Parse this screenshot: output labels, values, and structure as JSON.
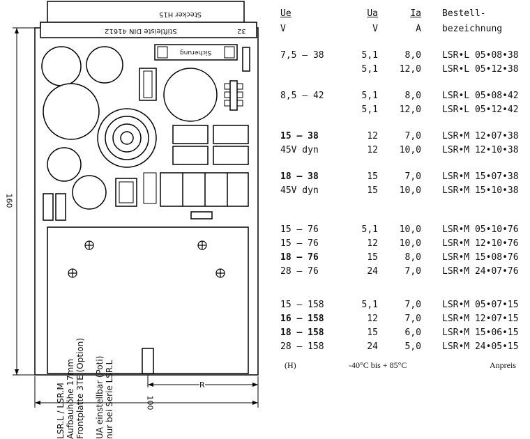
{
  "board": {
    "connector_label": "Stecker H15",
    "header_label": "Stiftleiste DIN 41612",
    "header_side_label": "32",
    "fuse_label": "Sicherung",
    "module_text": [
      "LSR.L / LSR.M",
      "Aufbauhöhe 17mm",
      "Frontplatte 3TE (Option)",
      "UA einstellbar (Poti)",
      "nur bei Serie LSR.L"
    ],
    "dim_height": "160",
    "dim_width": "100",
    "dim_r": "R"
  },
  "table": {
    "headers": {
      "ue": "Ue",
      "ue_unit": "V",
      "ua": "Ua",
      "ua_unit": "V",
      "ia": "Ia",
      "ia_unit": "A",
      "order": "Bestell-",
      "order2": "bezeichnung"
    },
    "rows": [
      {
        "ue": "7,5 – 38",
        "ua": "5,1",
        "ia": "8,0",
        "order": "LSR•L 05•08•38",
        "bold": false
      },
      {
        "ue": "",
        "ua": "5,1",
        "ia": "12,0",
        "order": "LSR•L 05•12•38",
        "bold": false
      },
      {
        "ue": "8,5 – 42",
        "ua": "5,1",
        "ia": "8,0",
        "order": "LSR•L 05•08•42",
        "bold": false
      },
      {
        "ue": "",
        "ua": "5,1",
        "ia": "12,0",
        "order": "LSR•L 05•12•42",
        "bold": false
      },
      {
        "ue": "15 – 38",
        "ua": "12",
        "ia": "7,0",
        "order": "LSR•M 12•07•38",
        "bold": true
      },
      {
        "ue": "45V dyn",
        "ua": "12",
        "ia": "10,0",
        "order": "LSR•M 12•10•38",
        "bold": false
      },
      {
        "ue": "18 – 38",
        "ua": "15",
        "ia": "7,0",
        "order": "LSR•M 15•07•38",
        "bold": true
      },
      {
        "ue": "45V dyn",
        "ua": "15",
        "ia": "10,0",
        "order": "LSR•M 15•10•38",
        "bold": false
      },
      {
        "ue": "15 – 76",
        "ua": "5,1",
        "ia": "10,0",
        "order": "LSR•M 05•10•76",
        "bold": false
      },
      {
        "ue": "15 – 76",
        "ua": "12",
        "ia": "10,0",
        "order": "LSR•M 12•10•76",
        "bold": false
      },
      {
        "ue": "18 – 76",
        "ua": "15",
        "ia": "8,0",
        "order": "LSR•M 15•08•76",
        "bold": true
      },
      {
        "ue": "28 – 76",
        "ua": "24",
        "ia": "7,0",
        "order": "LSR•M 24•07•76",
        "bold": false
      },
      {
        "ue": "15 – 158",
        "ua": "5,1",
        "ia": "7,0",
        "order": "LSR•M 05•07•15",
        "bold": false
      },
      {
        "ue": "16 – 158",
        "ua": "12",
        "ia": "7,0",
        "order": "LSR•M 12•07•15",
        "bold": true
      },
      {
        "ue": "18 – 158",
        "ua": "15",
        "ia": "6,0",
        "order": "LSR•M 15•06•15",
        "bold": true
      },
      {
        "ue": "28 – 158",
        "ua": "24",
        "ia": "5,0",
        "order": "LSR•M 24•05•15",
        "bold": false
      }
    ],
    "footer": {
      "left": "(H)",
      "temp": "-40°C bis + 85°C",
      "right": "Anpreis"
    }
  }
}
